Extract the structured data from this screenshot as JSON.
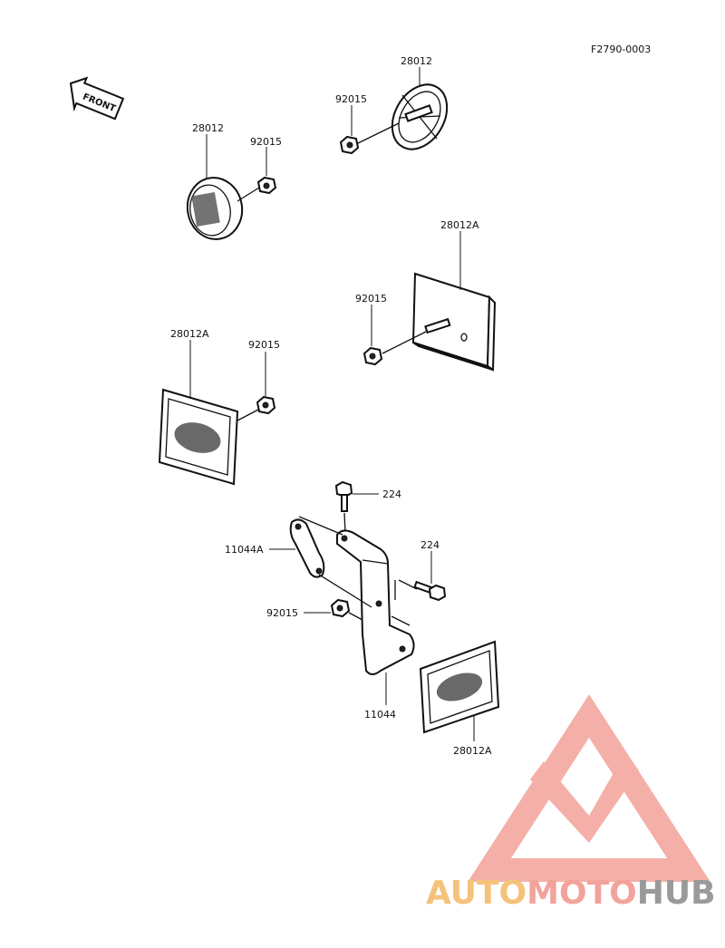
{
  "diagram_code": "F2790-0003",
  "front_arrow_text": "FRONT",
  "parts": {
    "reflector_round_top": "28012",
    "nut_top": "92015",
    "reflector_round_left": "28012",
    "nut_left_round": "92015",
    "reflector_rect_right": "28012A",
    "nut_right_rect": "92015",
    "reflector_rect_left": "28012A",
    "nut_left_rect": "92015",
    "bolt_upper": "224",
    "bolt_lower": "224",
    "bracket_small": "11044A",
    "nut_bracket": "92015",
    "bracket_main": "11044",
    "reflector_rect_bottom": "28012A"
  },
  "watermark": {
    "text_part1": "AUTO",
    "text_part2": "MOTO",
    "text_part3": "HUB",
    "color1": "#f5c27a",
    "color2": "#f2a39b",
    "color3": "#9a9a9a",
    "logo_color": "#f3a39a"
  }
}
